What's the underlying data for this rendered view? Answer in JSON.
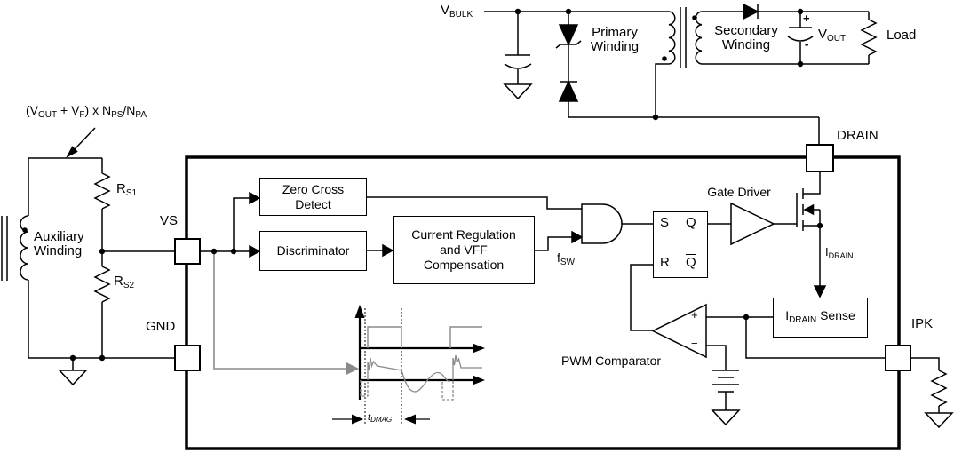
{
  "colors": {
    "line": "#000000",
    "trace_gray": "#8a8a8a",
    "background": "#ffffff"
  },
  "input_section": {
    "vbulk": {
      "base": "V",
      "sub": "BULK"
    },
    "primary_winding": {
      "line1": "Primary",
      "line2": "Winding"
    },
    "secondary_winding": {
      "line1": "Secondary",
      "line2": "Winding"
    },
    "output_cap_plus": "+",
    "output_cap_minus": "-",
    "vout": {
      "base": "V",
      "sub": "OUT"
    },
    "load": "Load"
  },
  "aux_section": {
    "formula": {
      "p1": "(V",
      "s1": "OUT",
      "p2": " + V",
      "s2": "F",
      "p3": ") x N",
      "s3": "PS",
      "p4": "/N",
      "s4": "PA"
    },
    "rs1": {
      "base": "R",
      "sub": "S1"
    },
    "rs2": {
      "base": "R",
      "sub": "S2"
    },
    "aux_winding": {
      "line1": "Auxiliary",
      "line2": "Winding"
    }
  },
  "pins": {
    "vs": "VS",
    "gnd": "GND",
    "drain": "DRAIN",
    "ipk": "IPK"
  },
  "controller": {
    "zero_cross_detect": {
      "line1": "Zero Cross",
      "line2": "Detect"
    },
    "discriminator": "Discriminator",
    "current_regulation": {
      "line1": "Current Regulation",
      "line2": "and VFF",
      "line3": "Compensation"
    },
    "fsw": {
      "base": "f",
      "sub": "SW"
    },
    "latch": {
      "s": "S",
      "q": "Q",
      "r": "R",
      "qbar": "Q"
    },
    "gate_driver": "Gate Driver",
    "idrain": {
      "base": "I",
      "sub": "DRAIN"
    },
    "idrain_sense": {
      "base": "I",
      "sub": "DRAIN",
      "rest": " Sense"
    },
    "pwm_comparator": "PWM Comparator",
    "comparator_plus": "+",
    "comparator_minus": "−",
    "tdmag": {
      "base": "t",
      "sub": "DMAG"
    }
  }
}
